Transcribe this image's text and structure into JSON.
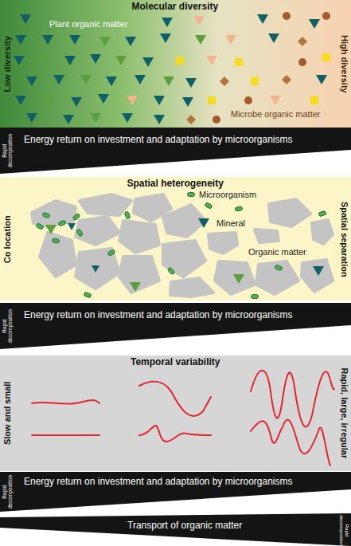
{
  "diagram": {
    "nodes": [
      {
        "text": [
          "Molecular diversity",
          "Low diversity",
          "High diversity",
          "Plant organic matter",
          "Microbe organic matter"
        ]
      },
      {
        "text": [
          "Rapid decomposition",
          "Energy return on investment and adaptation by microorganisms"
        ]
      },
      {
        "text": [
          "Spatial heterogeneity",
          "Co location",
          "Spatial separation",
          "Microorganism",
          "Mineral",
          "Organic matter"
        ]
      },
      {
        "text": [
          "Rapid decomposition",
          "Energy return on investment and adaptation by microorganisms"
        ]
      },
      {
        "text": [
          "Temporal variability",
          "Slow and small",
          "Rapid, large, irregular"
        ]
      },
      {
        "text": [
          "Rapid decomposition",
          "Energy return on investment and adaptation by microorganisms"
        ]
      },
      {
        "text": [
          "Transport of organic matter",
          "Rapid decomposition"
        ]
      }
    ]
  }
}
